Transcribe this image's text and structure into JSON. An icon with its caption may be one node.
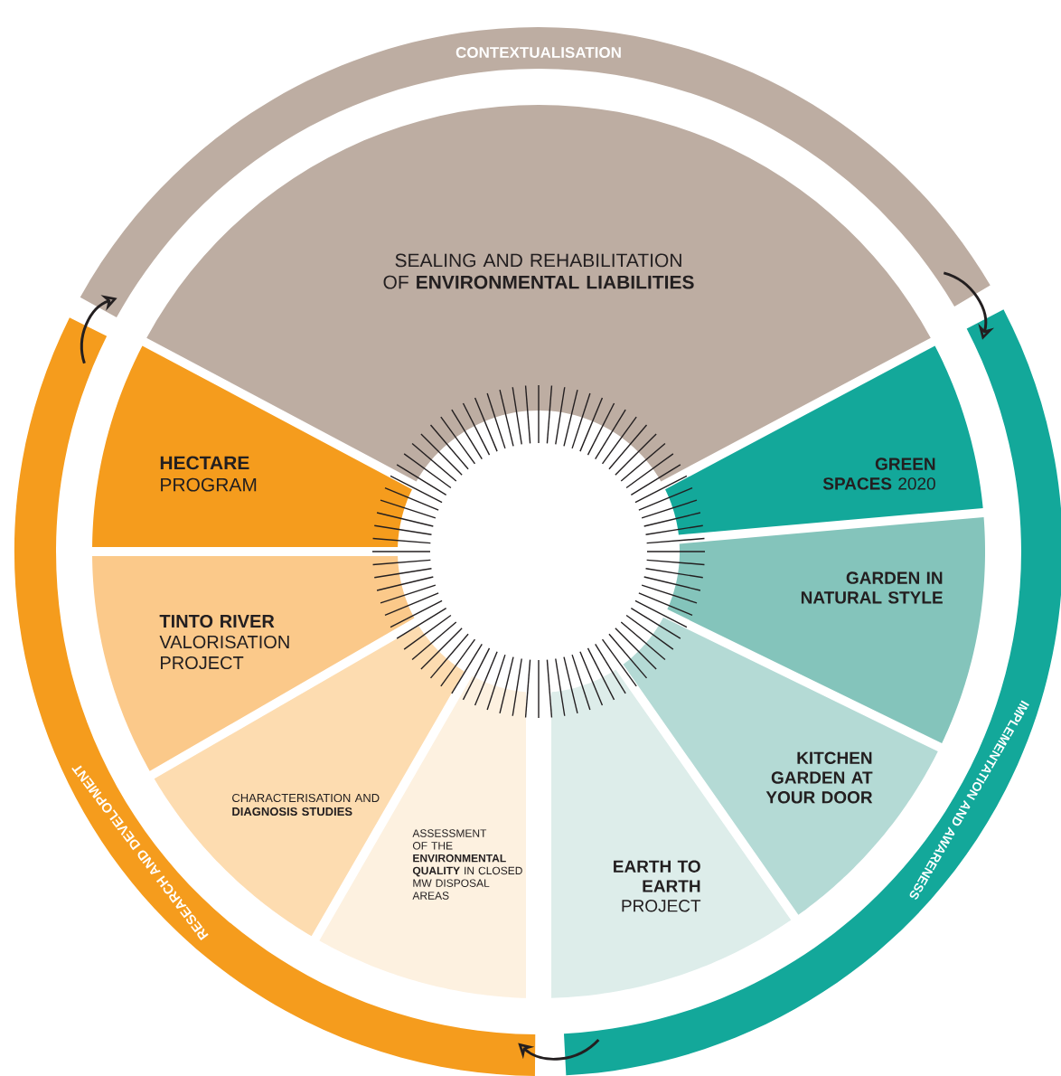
{
  "diagram": {
    "nodes": [
      {
        "text": [
          "CONTEXTUALISATION"
        ]
      },
      {
        "text": [
          "SEALING AND REHABILITATION OF **ENVIRONMENTAL LIABILITIES**"
        ]
      },
      {
        "text": [
          "**HECTARE** PROGRAM"
        ]
      },
      {
        "text": [
          "**GREEN SPACES** 2020"
        ]
      },
      {
        "text": [
          "**TINTO RIVER** VALORISATION PROJECT"
        ]
      },
      {
        "text": [
          "GARDEN IN NATURAL STYLE"
        ]
      },
      {
        "text": [
          "CHARACTERISATION AND **DIAGNOSIS STUDIES**"
        ]
      },
      {
        "text": [
          "KITCHEN GARDEN AT YOUR DOOR"
        ]
      },
      {
        "text": [
          "ASSESSMENT OF THE **ENVIRONMENTAL QUALITY** IN CLOSED MW DISPOSAL AREAS"
        ]
      },
      {
        "text": [
          "**EARTH TO EARTH** PROJECT"
        ]
      },
      {
        "text": [
          "RESEARCH AND DEVELOPMENT"
        ]
      },
      {
        "text": [
          "IMPLEMENTATION AND AWARENESS"
        ]
      }
    ],
    "edges": [
      {
        "from": 0,
        "to": 11,
        "arrow": "to"
      },
      {
        "from": 11,
        "to": 10,
        "arrow": "to"
      },
      {
        "from": 10,
        "to": 0,
        "arrow": "to"
      }
    ]
  }
}
